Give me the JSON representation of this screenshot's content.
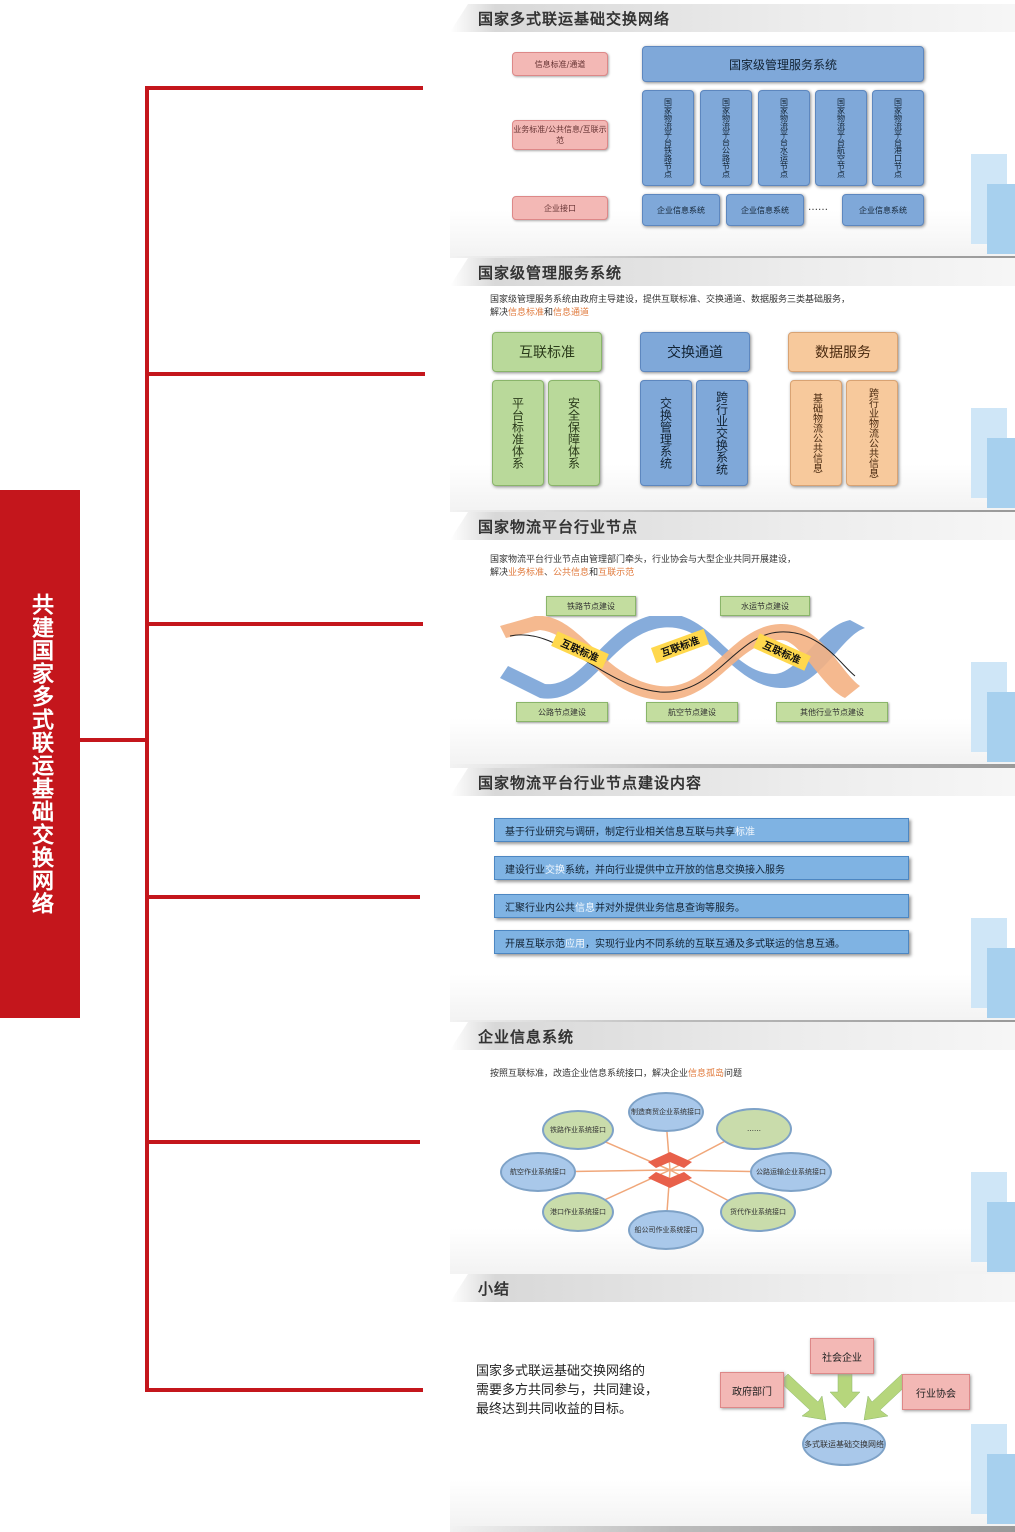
{
  "main_title": "共建国家多式联运基础交换网络",
  "colors": {
    "accent": "#c4161c"
  },
  "panel1": {
    "title": "国家多式联运基础交换网络",
    "left_labels": [
      "信息标准/通道",
      "业务标准/公共信息/互联示范",
      "企业接口"
    ],
    "top_box": "国家级管理服务系统",
    "nodes": [
      "国家物流平台铁路节点",
      "国家物流平台公路节点",
      "国家物流平台水运节点",
      "国家物流平台航空节点",
      "国家物流平台港口节点"
    ],
    "bottom_boxes": [
      "企业信息系统",
      "企业信息系统",
      "……",
      "企业信息系统"
    ]
  },
  "panel2": {
    "title": "国家级管理服务系统",
    "desc_line1": "国家级管理服务系统由政府主导建设，提供互联标准、交换通道、数据服务三类基础服务，",
    "desc_line2_pre": "解决",
    "desc_line2_hi1": "信息标准",
    "desc_line2_mid": "和",
    "desc_line2_hi2": "信息通道",
    "groups": [
      {
        "head": "互联标准",
        "items": [
          "平台标准体系",
          "安全保障体系"
        ]
      },
      {
        "head": "交换通道",
        "items": [
          "交换管理系统",
          "跨行业交换系统"
        ]
      },
      {
        "head": "数据服务",
        "items": [
          "基础物流公共信息",
          "跨行业物流公共信息"
        ]
      }
    ]
  },
  "panel3": {
    "title": "国家物流平台行业节点",
    "desc_line1": "国家物流平台行业节点由管理部门牵头，行业协会与大型企业共同开展建设，",
    "desc_line2_pre": "解决",
    "desc_line2_hi1": "业务标准",
    "desc_line2_mid": "、",
    "desc_line2_hi2": "公共信息",
    "desc_line2_mid2": "和",
    "desc_line2_hi3": "互联示范",
    "top_nodes": [
      "铁路节点建设",
      "水运节点建设"
    ],
    "bottom_nodes": [
      "公路节点建设",
      "航空节点建设",
      "其他行业节点建设"
    ],
    "ribbon_label": "互联标准"
  },
  "panel4": {
    "title": "国家物流平台行业节点建设内容",
    "bars": [
      {
        "pre": "基于行业研究与调研，制定行业相关信息互联与共享",
        "hi": "标准",
        "post": ""
      },
      {
        "pre": "建设行业",
        "hi": "交换",
        "post": "系统，并向行业提供中立开放的信息交换接入服务"
      },
      {
        "pre": "汇聚行业内公共",
        "hi": "信息",
        "post": "并对外提供业务信息查询等服务。"
      },
      {
        "pre": "开展互联示范",
        "hi": "应用",
        "post": "，实现行业内不同系统的互联互通及多式联运的信息互通。"
      }
    ]
  },
  "panel5": {
    "title": "企业信息系统",
    "desc_pre": "按照互联标准，改造企业信息系统接口，解决企业",
    "desc_hi": "信息孤岛",
    "desc_post": "问题",
    "ellipses": [
      "铁路作业系统接口",
      "制造商贸企业系统接口",
      "……",
      "航空作业系统接口",
      "公路运输企业系统接口",
      "港口作业系统接口",
      "船公司作业系统接口",
      "货代作业系统接口"
    ]
  },
  "panel6": {
    "title": "小结",
    "summary_lines": [
      "国家多式联运基础交换网络的",
      "需要多方共同参与，共同建设，",
      "最终达到共同收益的目标。"
    ],
    "boxes": {
      "top": "社会企业",
      "left": "政府部门",
      "right": "行业协会",
      "center": "多式联运基础交换网络"
    }
  }
}
